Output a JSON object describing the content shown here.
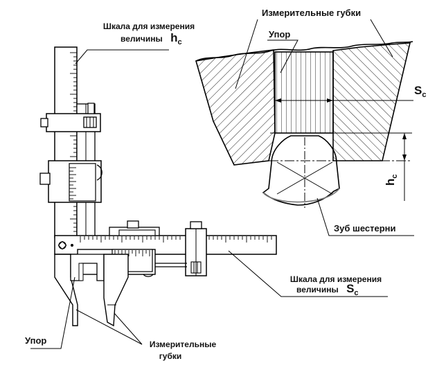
{
  "labels": {
    "scale_h_line1": "Шкала для измерения",
    "scale_h_line2": "величины",
    "h_sym": "h",
    "c_sub": "c",
    "jaws_top": "Измерительные губки",
    "stop_top": "Упор",
    "s_sym": "S",
    "gear_tooth": "Зуб шестерни",
    "scale_s_line1": "Шкала для измерения",
    "scale_s_line2": "величины",
    "stop_bottom": "Упор",
    "jaws_bottom_line1": "Измерительные",
    "jaws_bottom_line2": "губки"
  }
}
